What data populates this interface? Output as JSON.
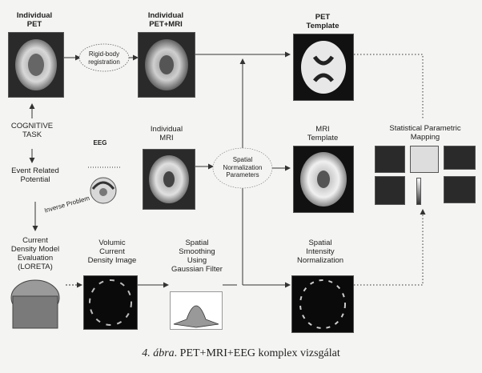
{
  "nodes": {
    "individual_pet": "Individual\nPET",
    "rigid_body": "Rigid-body\nregistration",
    "individual_pet_mri": "Individual\nPET+MRI",
    "pet_template": "PET\nTemplate",
    "cognitive_task": "COGNITIVE\nTASK",
    "eeg": "EEG",
    "individual_mri": "Individual\nMRI",
    "mri_template": "MRI\nTemplate",
    "spm": "Statistical Parametric\nMapping",
    "erp": "Event Related\nPotential",
    "spatial_norm_params": "Spatial\nNormalization\nParameters",
    "inverse_problem": "Inverse Problem",
    "loreta": "Current\nDensity Model\nEvaluation\n(LORETA)",
    "volumic": "Volumic\nCurrent\nDensity Image",
    "smoothing": "Spatial\nSmoothing\nUsing\nGaussian Filter",
    "intensity_norm": "Spatial\nIntensity\nNormalization"
  },
  "caption": {
    "number": "4. ábra",
    "text": ". PET+MRI+EEG komplex vizsgálat"
  }
}
